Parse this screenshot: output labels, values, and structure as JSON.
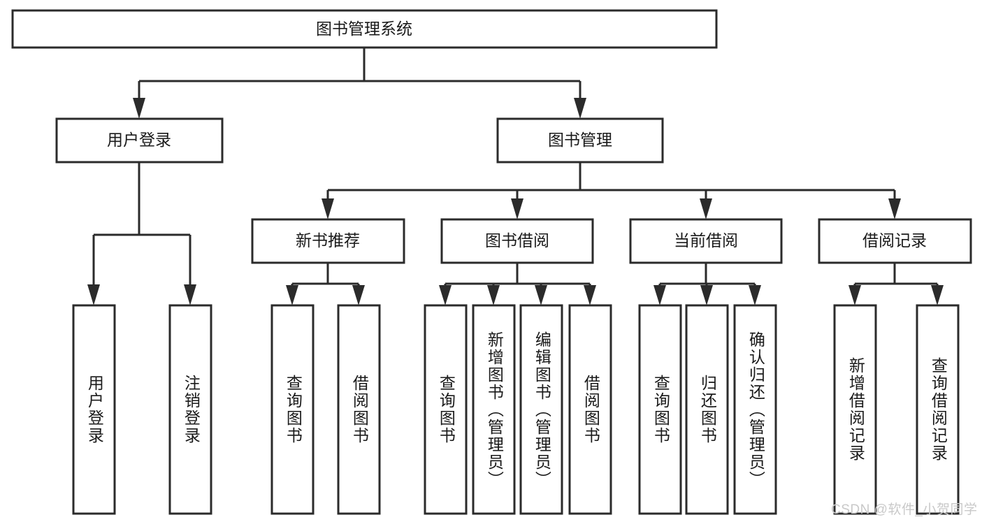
{
  "diagram": {
    "type": "hierarchy-tree",
    "title": "图书管理系统",
    "orientation": "top-down",
    "root": {
      "id": "root",
      "label": "图书管理系统"
    },
    "level2": [
      {
        "id": "user-login",
        "label": "用户登录"
      },
      {
        "id": "book-management",
        "label": "图书管理"
      }
    ],
    "level3": [
      {
        "id": "new-book-recommend",
        "label": "新书推荐",
        "parent": "book-management"
      },
      {
        "id": "book-borrow",
        "label": "图书借阅",
        "parent": "book-management"
      },
      {
        "id": "current-borrow",
        "label": "当前借阅",
        "parent": "book-management"
      },
      {
        "id": "borrow-record",
        "label": "借阅记录",
        "parent": "book-management"
      }
    ],
    "leaves": [
      {
        "id": "leaf-user-login",
        "label": "用户登录",
        "parent": "user-login"
      },
      {
        "id": "leaf-logout-login",
        "label": "注销登录",
        "parent": "user-login"
      },
      {
        "id": "leaf-query-book-1",
        "label": "查询图书",
        "parent": "new-book-recommend"
      },
      {
        "id": "leaf-borrow-book-1",
        "label": "借阅图书",
        "parent": "new-book-recommend"
      },
      {
        "id": "leaf-query-book-2",
        "label": "查询图书",
        "parent": "book-borrow"
      },
      {
        "id": "leaf-add-book",
        "label": "新增图书（管理员）",
        "parent": "book-borrow"
      },
      {
        "id": "leaf-edit-book",
        "label": "编辑图书（管理员）",
        "parent": "book-borrow"
      },
      {
        "id": "leaf-borrow-book-2",
        "label": "借阅图书",
        "parent": "book-borrow"
      },
      {
        "id": "leaf-query-book-3",
        "label": "查询图书",
        "parent": "current-borrow"
      },
      {
        "id": "leaf-return-book",
        "label": "归还图书",
        "parent": "current-borrow"
      },
      {
        "id": "leaf-confirm-return",
        "label": "确认归还（管理员）",
        "parent": "current-borrow"
      },
      {
        "id": "leaf-add-record",
        "label": "新增借阅记录",
        "parent": "borrow-record"
      },
      {
        "id": "leaf-query-record",
        "label": "查询借阅记录",
        "parent": "borrow-record"
      }
    ],
    "colors": {
      "stroke": "#2b2b2b",
      "fill": "#ffffff",
      "text": "#1a1a1a",
      "watermark": "#c9c9c9",
      "background": "#ffffff"
    }
  },
  "watermark": {
    "text": "CSDN @软件_小贺同学"
  }
}
